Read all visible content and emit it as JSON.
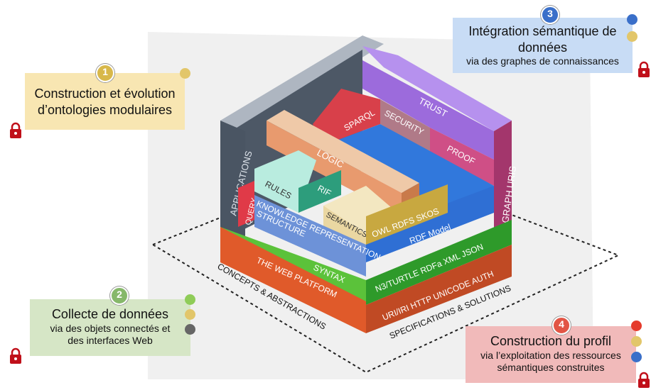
{
  "stack": {
    "labels": {
      "applications": "APPLICATIONS",
      "query": "QUERY",
      "rules": "RULES",
      "rif": "RIF",
      "logic": "LOGIC",
      "sparql": "SPARQL",
      "security": "SECURITY",
      "trust": "TRUST",
      "proof": "PROOF",
      "graph_uris": "GRAPH URIS",
      "knowledge_representation": "KNOWLEDGE REPRESENTATION",
      "structure": "STRUCTURE",
      "semantics": "SEMANTICS",
      "owl_rdfs_skos": "OWL  RDFS  SKOS",
      "rdf_model": "RDF Model",
      "syntax": "SYNTAX",
      "n3_turtle": "N3/TURTLE RDFa XML JSON",
      "web_platform": "THE WEB PLATFORM",
      "uri_iri": "URI/IRI  HTTP  UNICODE  AUTH",
      "concepts": "CONCEPTS & ABSTRACTIONS",
      "specifications": "SPECIFICATIONS & SOLUTIONS"
    },
    "colors": {
      "applications": "#4a5563",
      "query": "#e03a48",
      "rules": "#b9ecdf",
      "rif": "#2d9d7c",
      "logic": "#e89a6e",
      "sparql": "#d8404a",
      "security": "#b07a88",
      "trust": "#9c6bdc",
      "proof": "#cf4f86",
      "graph_uris": "#a3366c",
      "knowledge": "#6d92d8",
      "semantics": "#ead7a2",
      "owl": "#c8a840",
      "rdf": "#2f6fd4",
      "syntax": "#5bc23a",
      "n3": "#2e9a2a",
      "web": "#e05a2a",
      "uri": "#c04a24"
    }
  },
  "callouts": [
    {
      "number": "1",
      "line1": "Construction et évolution",
      "line2": "d’ontologies modulaires",
      "badge_color": "#d8b84a",
      "bg": "#f8e6b2",
      "dots": [
        "#e2c66a"
      ]
    },
    {
      "number": "2",
      "line1": "Collecte de données",
      "line2": "via des objets connectés et",
      "line3": "des interfaces Web",
      "badge_color": "#86b86a",
      "bg": "#d6e6c6",
      "dots": [
        "#8fcc58",
        "#e2c66a",
        "#666666"
      ]
    },
    {
      "number": "3",
      "line1": "Intégration sémantique de",
      "line2": "données",
      "line3": "via des graphes de connaissances",
      "badge_color": "#3a6fc9",
      "bg": "#c8dcf5",
      "dots": [
        "#3a6fc9",
        "#e2c66a"
      ]
    },
    {
      "number": "4",
      "line1": "Construction du profil",
      "line2": "via l’exploitation des ressources",
      "line3": "sémantiques construites",
      "badge_color": "#e25545",
      "bg": "#f1baba",
      "dots": [
        "#e53b2c",
        "#e2c66a",
        "#3a6fc9"
      ]
    }
  ]
}
